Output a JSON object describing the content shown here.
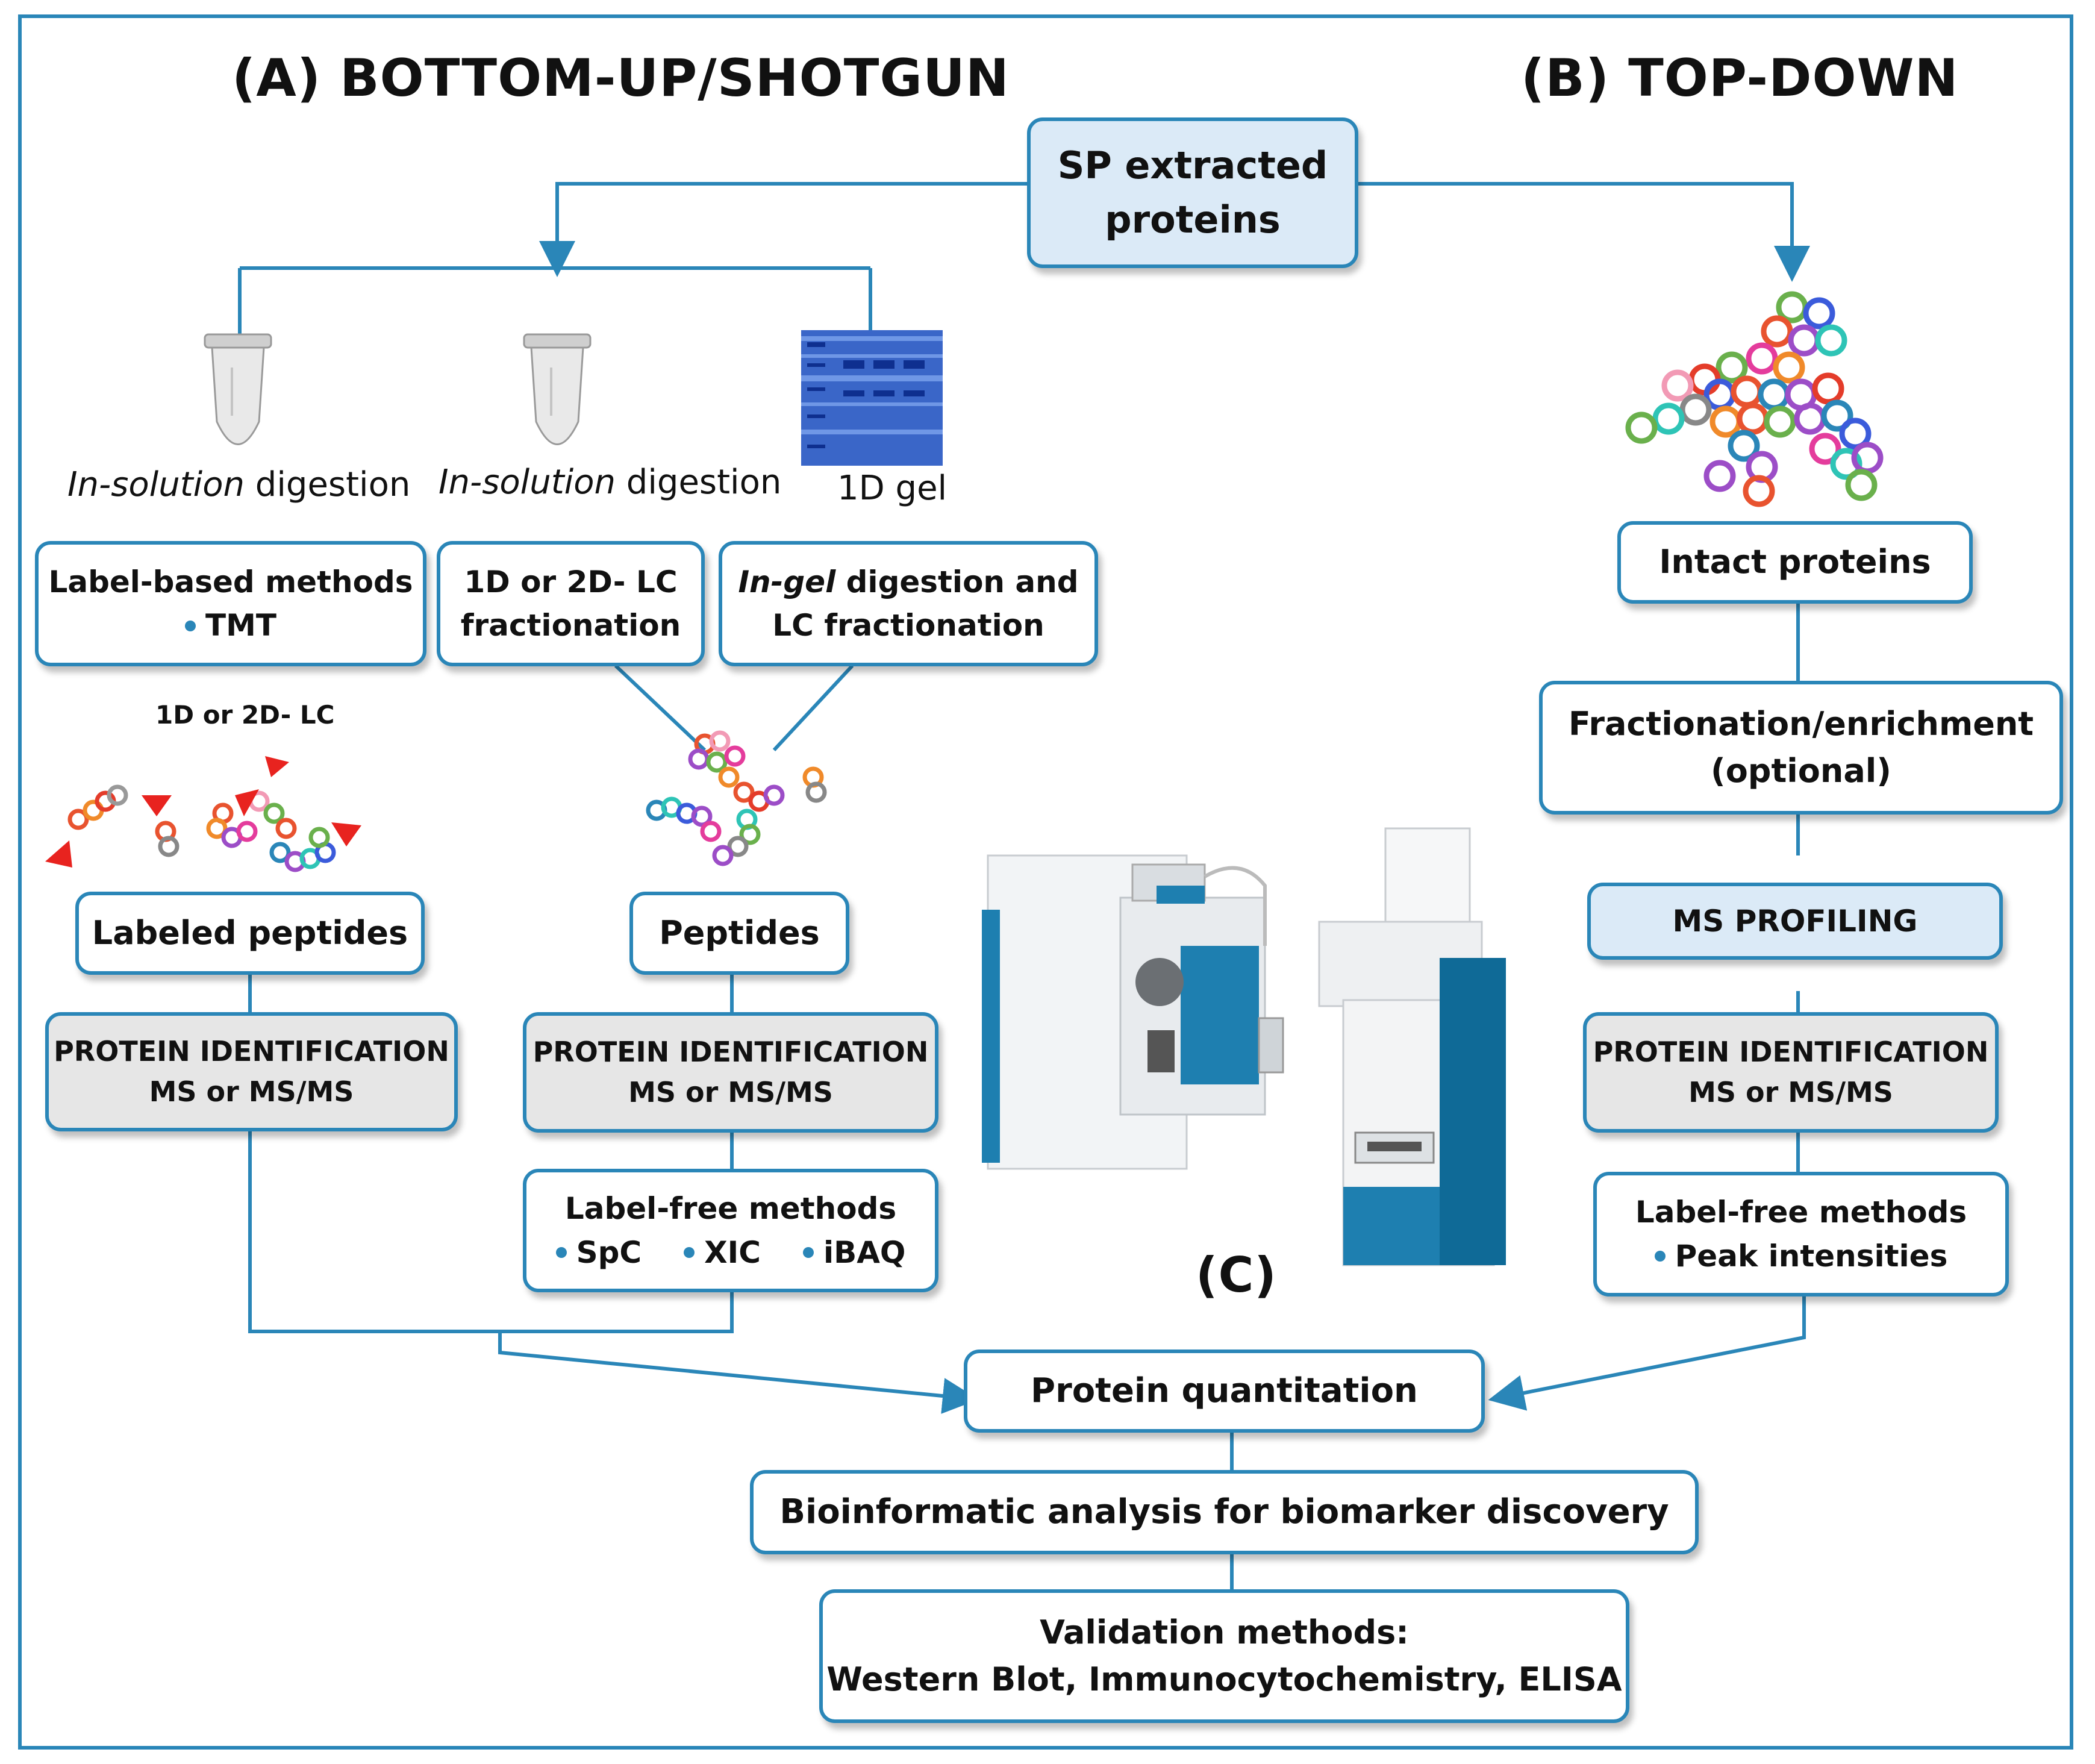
{
  "headers": {
    "bottom_up": "(A) BOTTOM-UP/SHOTGUN",
    "top_down": "(B) TOP-DOWN",
    "section_c": "(C)"
  },
  "source": {
    "line1": "SP extracted",
    "line2": "proteins"
  },
  "bottom_up": {
    "label_in_solution_1_italic": "In-solution",
    "label_in_solution_1_rest": " digestion",
    "label_in_solution_2_italic": "In-solution",
    "label_in_solution_2_rest": " digestion",
    "label_gel": "1D gel",
    "label_based": {
      "line1": "Label-based methods",
      "bullet": "TMT"
    },
    "lc_fractionation": {
      "line1": "1D or 2D- LC",
      "line2": "fractionation"
    },
    "in_gel": {
      "italic": "In-gel",
      "rest": " digestion and",
      "line2": "LC fractionation"
    },
    "lc_note": "1D or 2D- LC",
    "labeled_peptides": "Labeled peptides",
    "peptides": "Peptides",
    "protein_id_left": {
      "line1": "PROTEIN IDENTIFICATION",
      "line2": "MS or MS/MS"
    },
    "protein_id_mid": {
      "line1": "PROTEIN IDENTIFICATION",
      "line2": "MS or MS/MS"
    },
    "label_free": {
      "line1": "Label-free methods",
      "bullets": [
        "SpC",
        "XIC",
        "iBAQ"
      ]
    }
  },
  "top_down": {
    "intact_proteins": "Intact proteins",
    "fractionation": {
      "line1": "Fractionation/enrichment",
      "line2": "(optional)"
    },
    "ms_profiling": "MS PROFILING",
    "protein_id": {
      "line1": "PROTEIN IDENTIFICATION",
      "line2": "MS or MS/MS"
    },
    "label_free": {
      "line1": "Label-free methods",
      "bullet": "Peak intensities"
    }
  },
  "common": {
    "quantitation": "Protein quantitation",
    "bioinformatics": "Bioinformatic analysis for biomarker discovery",
    "validation": {
      "line1": "Validation methods:",
      "line2": "Western Blot, Immunocytochemistry, ELISA"
    }
  },
  "colors": {
    "line": "#2a86b8",
    "box_blue": "#dbeaf7",
    "box_grey": "#e6e6e6",
    "triangle": "#e8231f"
  },
  "icons": [
    "tube-icon",
    "tube-icon",
    "gel-icon",
    "protein-chain-icon",
    "peptides-icon",
    "mass-spectrometer-icon"
  ]
}
